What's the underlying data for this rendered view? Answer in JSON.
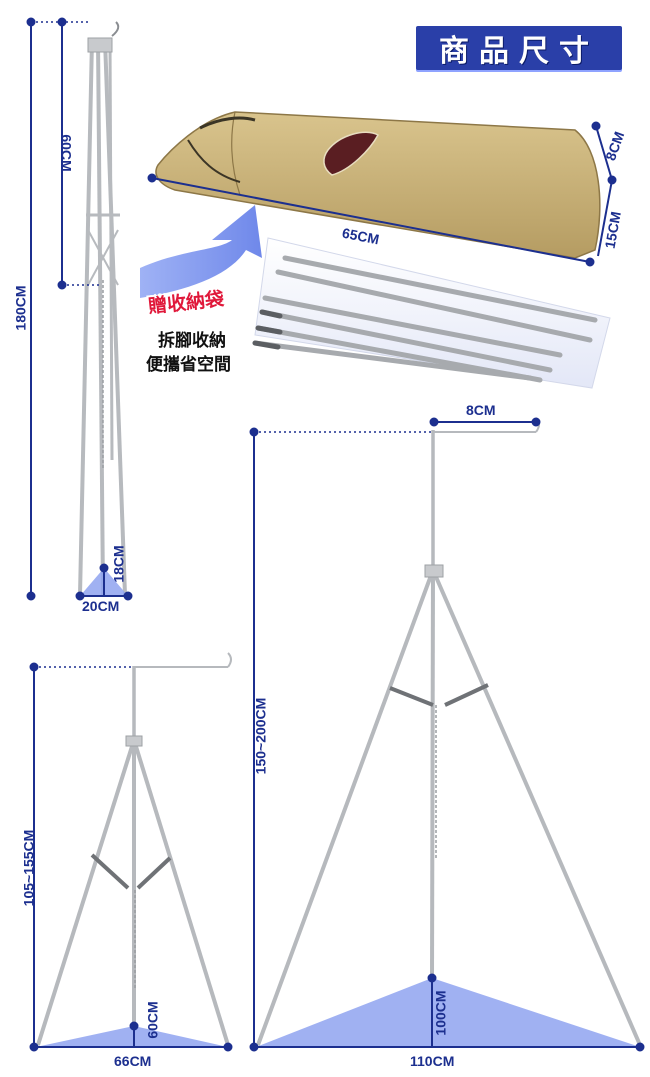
{
  "title": "商品尺寸",
  "gift_label": "贈收納袋",
  "caption_line1": "拆腳收納",
  "caption_line2": "便攜省空間",
  "dimensions": {
    "folded_height": "180CM",
    "folded_top": "60CM",
    "folded_base_height": "18CM",
    "folded_base_width": "20CM",
    "bag_length": "65CM",
    "bag_depth": "8CM",
    "bag_height": "15CM",
    "tall_hook": "8CM",
    "tall_height": "150~200CM",
    "tall_base_height": "100CM",
    "tall_base_width": "110CM",
    "short_height": "105~155CM",
    "short_base_height": "60CM",
    "short_base_width": "66CM"
  },
  "colors": {
    "dimension_line": "#1c2f8f",
    "base_triangle": "#8fa3f0",
    "bag": "#c9b27a",
    "metal": "#b9bcc0",
    "gift_red": "#e0183a",
    "title_bg": "#2a3fa8"
  }
}
